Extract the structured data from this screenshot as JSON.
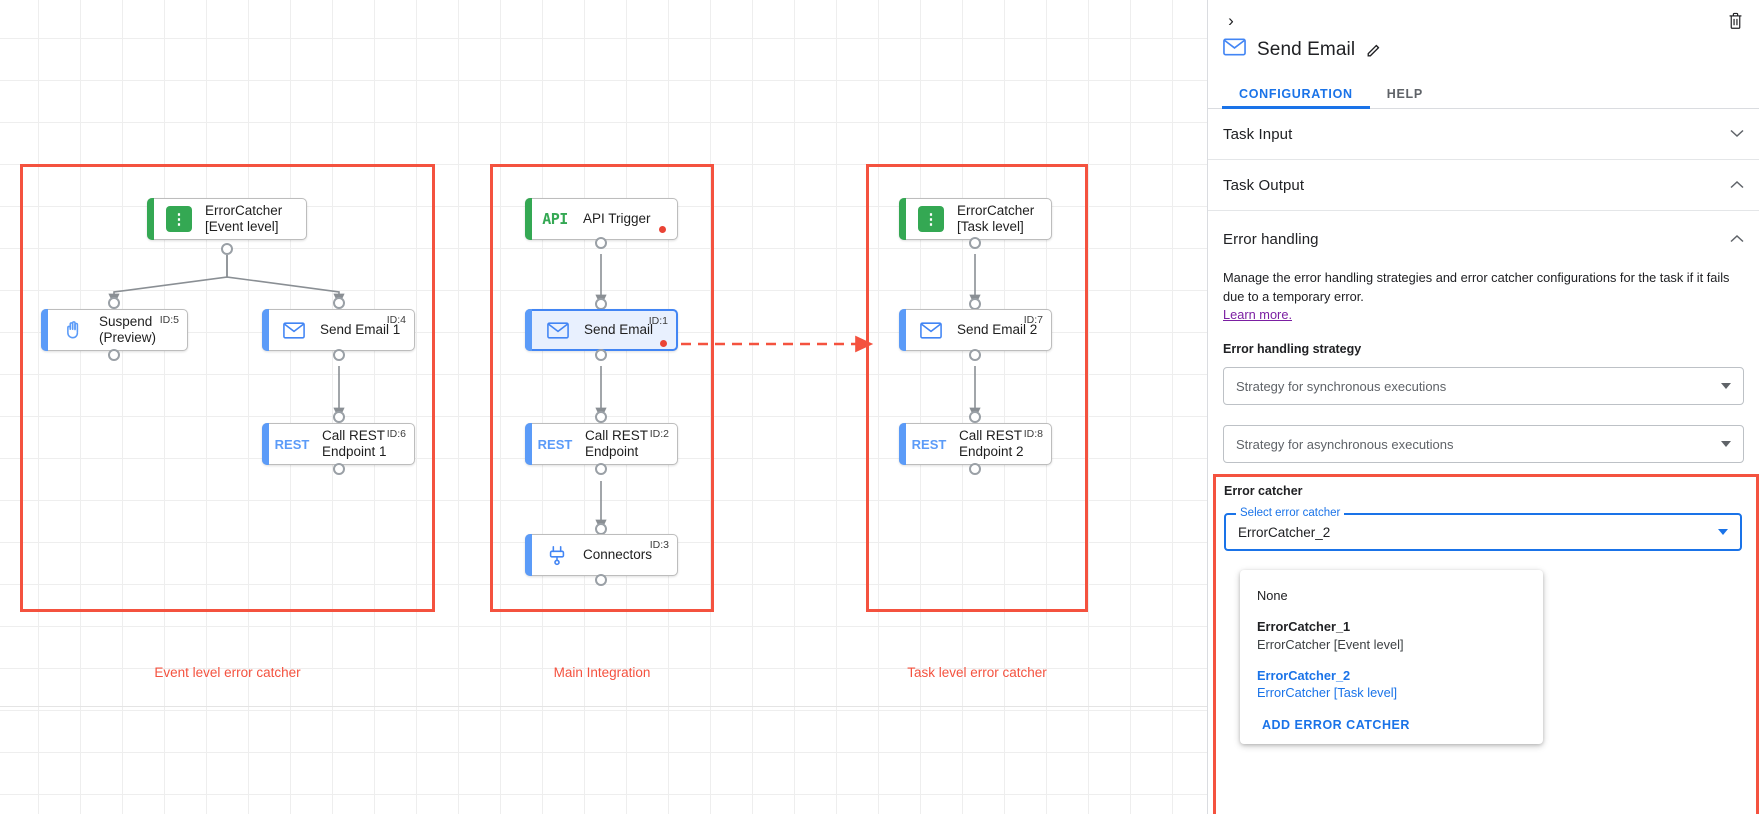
{
  "canvas": {
    "groups": [
      {
        "label": "Event level error catcher",
        "accent": "#f4523f"
      },
      {
        "label": "Main Integration",
        "accent": "#f4523f"
      },
      {
        "label": "Task level error catcher",
        "accent": "#f4523f"
      }
    ],
    "nodes": {
      "error_catcher_event": {
        "title": "ErrorCatcher\n[Event level]",
        "icon": "error-catcher-icon",
        "id_tag": ""
      },
      "suspend": {
        "title": "Suspend\n(Preview)",
        "icon": "hand-icon",
        "id_tag": "ID:5"
      },
      "send_email_1": {
        "title": "Send Email 1",
        "icon": "envelope-icon",
        "id_tag": "ID:4"
      },
      "call_rest_1": {
        "title": "Call REST\nEndpoint 1",
        "icon": "rest-icon",
        "id_tag": "ID:6"
      },
      "api_trigger": {
        "title": "API Trigger",
        "icon": "api-icon",
        "id_tag": ""
      },
      "send_email": {
        "title": "Send Email",
        "icon": "envelope-icon",
        "id_tag": "ID:1"
      },
      "call_rest": {
        "title": "Call REST\nEndpoint",
        "icon": "rest-icon",
        "id_tag": "ID:2"
      },
      "connectors": {
        "title": "Connectors",
        "icon": "connectors-icon",
        "id_tag": "ID:3"
      },
      "error_catcher_task": {
        "title": "ErrorCatcher\n[Task level]",
        "icon": "error-catcher-icon",
        "id_tag": ""
      },
      "send_email_2": {
        "title": "Send Email 2",
        "icon": "envelope-icon",
        "id_tag": "ID:7"
      },
      "call_rest_2": {
        "title": "Call REST\nEndpoint 2",
        "icon": "rest-icon",
        "id_tag": "ID:8"
      }
    },
    "icon_text": {
      "api": "API",
      "rest": "REST"
    }
  },
  "panel": {
    "collapse_icon": "chevron-right-icon",
    "delete_icon": "trash-icon",
    "title": "Send Email",
    "title_icon": "envelope-icon",
    "edit_icon": "pencil-icon",
    "tabs": [
      {
        "label": "CONFIGURATION",
        "active": true
      },
      {
        "label": "HELP",
        "active": false
      }
    ],
    "sections": [
      {
        "label": "Task Input",
        "expanded": false,
        "chevron": "chevron-down-icon"
      },
      {
        "label": "Task Output",
        "expanded": true,
        "chevron": "chevron-up-icon"
      },
      {
        "label": "Error handling",
        "expanded": true,
        "chevron": "chevron-up-icon"
      }
    ],
    "error_handling": {
      "description": "Manage the error handling strategies and error catcher configurations for the task if it fails due to a temporary error.",
      "learn_more": "Learn more.",
      "strategy_label": "Error handling strategy",
      "sync_placeholder": "Strategy for synchronous executions",
      "async_placeholder": "Strategy for asynchronous executions"
    },
    "error_catcher": {
      "section_label": "Error catcher",
      "field_label": "Select error catcher",
      "value": "ErrorCatcher_2",
      "options": [
        {
          "primary": "None",
          "secondary": "",
          "selected": false,
          "plain": true
        },
        {
          "primary": "ErrorCatcher_1",
          "secondary": "ErrorCatcher [Event level]",
          "selected": false,
          "plain": false
        },
        {
          "primary": "ErrorCatcher_2",
          "secondary": "ErrorCatcher [Task level]",
          "selected": true,
          "plain": false
        }
      ],
      "add_action": "ADD ERROR CATCHER"
    }
  },
  "colors": {
    "accent_red": "#f4523f",
    "brand_blue": "#1a73e8",
    "node_green": "#34a853",
    "node_blue": "#5b9bf8",
    "error_dot": "#ea4335",
    "link_purple": "#7b1fa2"
  }
}
